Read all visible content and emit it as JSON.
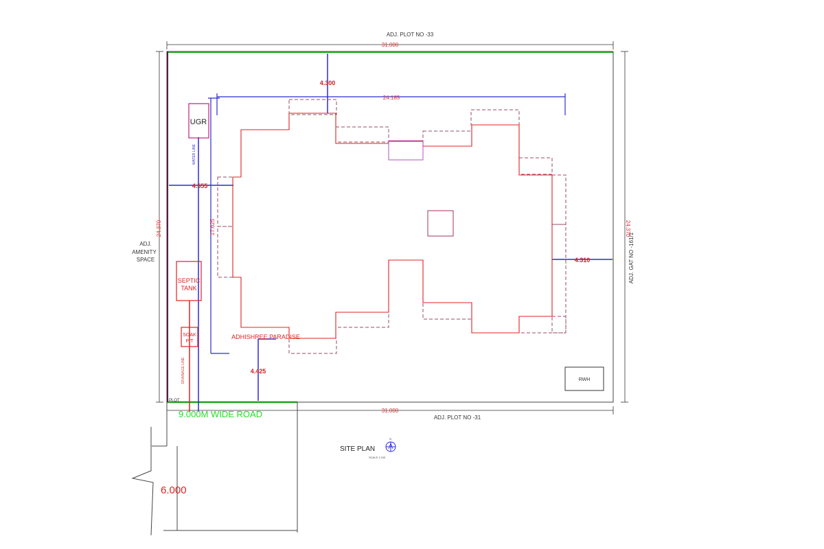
{
  "labels": {
    "top_plot": "ADJ. PLOT NO -33",
    "bottom_plot": "ADJ. PLOT NO -31",
    "left_space": [
      "ADJ.",
      "AMENITY",
      "SPACE"
    ],
    "right_gat": "ADJ. GAT NO -161/1",
    "road": "9.000M WIDE ROAD",
    "road_width": "6.000",
    "plot_tag": "PLOT",
    "ugr": "UGR",
    "septic": [
      "SEPTIC",
      "TANK"
    ],
    "soak": [
      "SOAK",
      "PIT"
    ],
    "water_line": "WATER LINE",
    "drainage_line": "DRAINAGE LINE",
    "building_name": "ADHISHREE PARADISE",
    "rwh": "RWH",
    "title": "SITE PLAN",
    "scale": "SCALE 1:100",
    "north_mark": "N"
  },
  "dimensions": {
    "top_width": "31.000",
    "bottom_width": "31.000",
    "left_height": "24.370",
    "right_height": "24.370",
    "inner_width": "24.185",
    "inner_height": "17.625",
    "front_margin": "4.300",
    "left_margin": "4.555",
    "right_margin": "4.310",
    "rear_margin": "4.425"
  },
  "colors": {
    "boundary": "#333333",
    "road_edge": "#1aa31a",
    "road_text": "#22e022",
    "dimension": "#2222cc",
    "footprint": "#e02020",
    "dashed": "#9a4a6a",
    "ugr": "#c0207a",
    "lift": "#b050c0"
  }
}
